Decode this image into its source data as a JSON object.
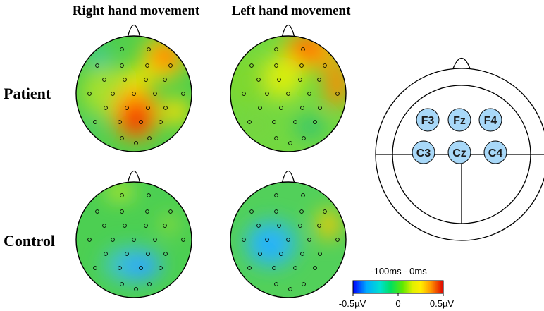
{
  "column_titles": [
    "Right hand movement",
    "Left hand movement"
  ],
  "row_labels": [
    "Patient",
    "Control"
  ],
  "colorbar": {
    "title": "-100ms - 0ms",
    "min_label": "-0.5µV",
    "mid_label": "0",
    "max_label": "0.5µV",
    "stops": [
      "#0000ff",
      "#00aaff",
      "#00e0e0",
      "#00e070",
      "#40e000",
      "#c8f000",
      "#ffff00",
      "#ffaa00",
      "#ff5000",
      "#e00000"
    ]
  },
  "schematic": {
    "electrodes": [
      "F3",
      "Fz",
      "F4",
      "C3",
      "Cz",
      "C4"
    ],
    "fill_color": "#a8d8f8"
  },
  "colors": {
    "base_green": "#4ccf4c",
    "positive_red": "#e80000",
    "negative_blue": "#3ab4ff"
  }
}
